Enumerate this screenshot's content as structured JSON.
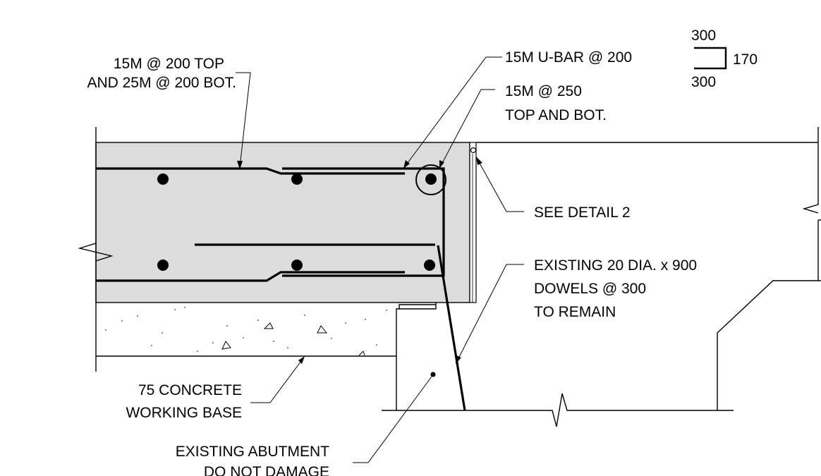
{
  "notes": {
    "top_bar_line1": "15M @ 200 TOP",
    "top_bar_line2": "AND 25M @ 200 BOT.",
    "ubar": "15M U-BAR @ 200",
    "long_bar_line1": "15M @ 250",
    "long_bar_line2": "TOP AND BOT.",
    "see_detail": "SEE DETAIL 2",
    "dowels_line1": "EXISTING 20 DIA. x 900",
    "dowels_line2": "DOWELS @ 300",
    "dowels_line3": "TO REMAIN",
    "working_base_line1": "75 CONCRETE",
    "working_base_line2": "WORKING BASE",
    "abutment_line1": "EXISTING ABUTMENT",
    "abutment_line2": "DO NOT DAMAGE"
  },
  "ubar_dims": {
    "top_leg": "300",
    "height": "170",
    "bottom_leg": "300"
  },
  "colors": {
    "slab_fill": "#dcdcdc",
    "line": "#000000"
  }
}
